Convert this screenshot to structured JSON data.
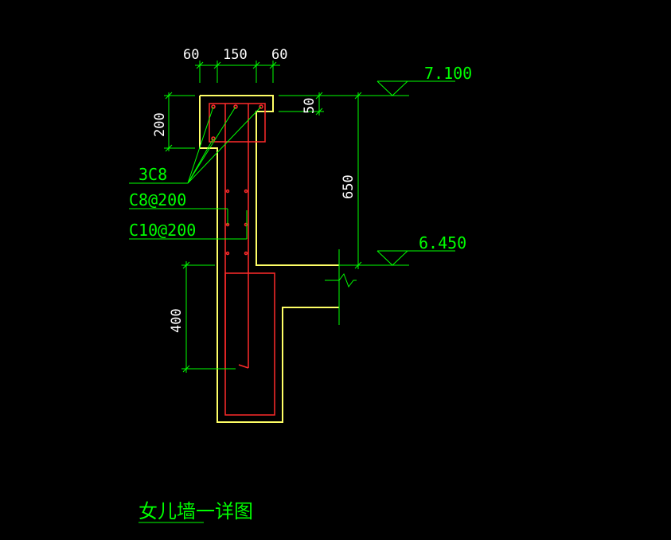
{
  "drawing": {
    "dimensions": {
      "top_left": "60",
      "top_mid": "150",
      "top_right": "60",
      "cap_height": "200",
      "drip": "50",
      "parapet_height": "650",
      "embed_depth": "400"
    },
    "elevations": {
      "top": "7.100",
      "roof": "6.450"
    },
    "rebar": {
      "longitudinal": "3C8",
      "stirrup_horizontal": "C8@200",
      "vertical": "C10@200"
    },
    "title": "女儿墙一详图"
  },
  "colors": {
    "background": "#000000",
    "concrete_outline": "#ffff66",
    "rebar": "#ff2a2a",
    "dimension_line": "#00ff00",
    "text_white": "#ffffff",
    "text_green": "#00ff00"
  }
}
